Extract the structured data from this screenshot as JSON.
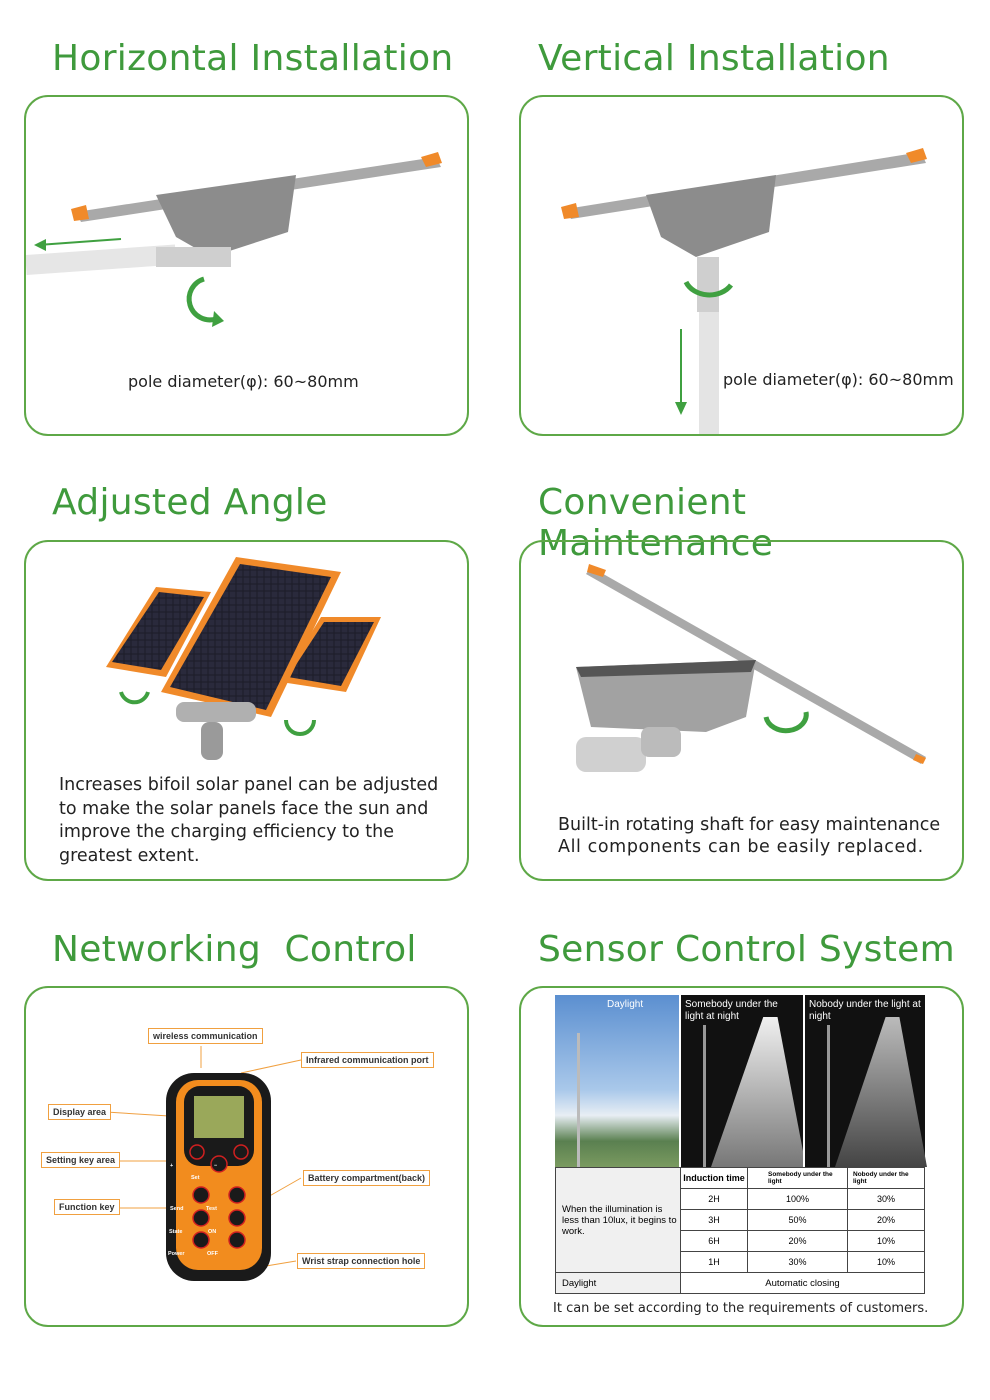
{
  "sections": {
    "horizontal": {
      "title": "Horizontal Installation",
      "note": "pole diameter(φ): 60~80mm"
    },
    "vertical": {
      "title": "Vertical Installation",
      "note": "pole diameter(φ): 60~80mm"
    },
    "angle": {
      "title": "Adjusted Angle",
      "lines": [
        "Increases bifoil solar panel can be adjusted",
        "to make the solar panels face the sun and",
        "improve the charging efficiency to the",
        "greatest extent."
      ]
    },
    "maintenance": {
      "title": "Convenient Maintenance",
      "lines": [
        "Built-in rotating shaft for easy maintenance",
        "All components can be easily replaced."
      ]
    },
    "networking": {
      "title": "Networking  Control",
      "labels": {
        "wireless": "wireless communication",
        "infrared": "Infrared communication port",
        "display": "Display area",
        "setting": "Setting key area",
        "battery": "Battery compartment(back)",
        "function": "Function key",
        "wrist": "Wrist strap connection hole"
      },
      "buttons": [
        "+",
        "−",
        "Set",
        "Send",
        "Test",
        "State",
        "ON",
        "Power",
        "OFF"
      ]
    },
    "sensor": {
      "title": "Sensor Control System",
      "panels": [
        "Daylight",
        "Somebody under the light at night",
        "Nobody under the light at night"
      ],
      "table": {
        "condition": "When the illumination is less than 10lux, it begins to work.",
        "headers": [
          "Induction time",
          "Somebody under the light",
          "Nobody under the light"
        ],
        "rows": [
          [
            "2H",
            "100%",
            "30%"
          ],
          [
            "3H",
            "50%",
            "20%"
          ],
          [
            "6H",
            "20%",
            "10%"
          ],
          [
            "1H",
            "30%",
            "10%"
          ]
        ],
        "footer_label": "Daylight",
        "footer_value": "Automatic closing"
      },
      "note": "It can be set according to the requirements of customers."
    }
  },
  "colors": {
    "green": "#3f9a3c",
    "orange": "#f08a2a"
  }
}
